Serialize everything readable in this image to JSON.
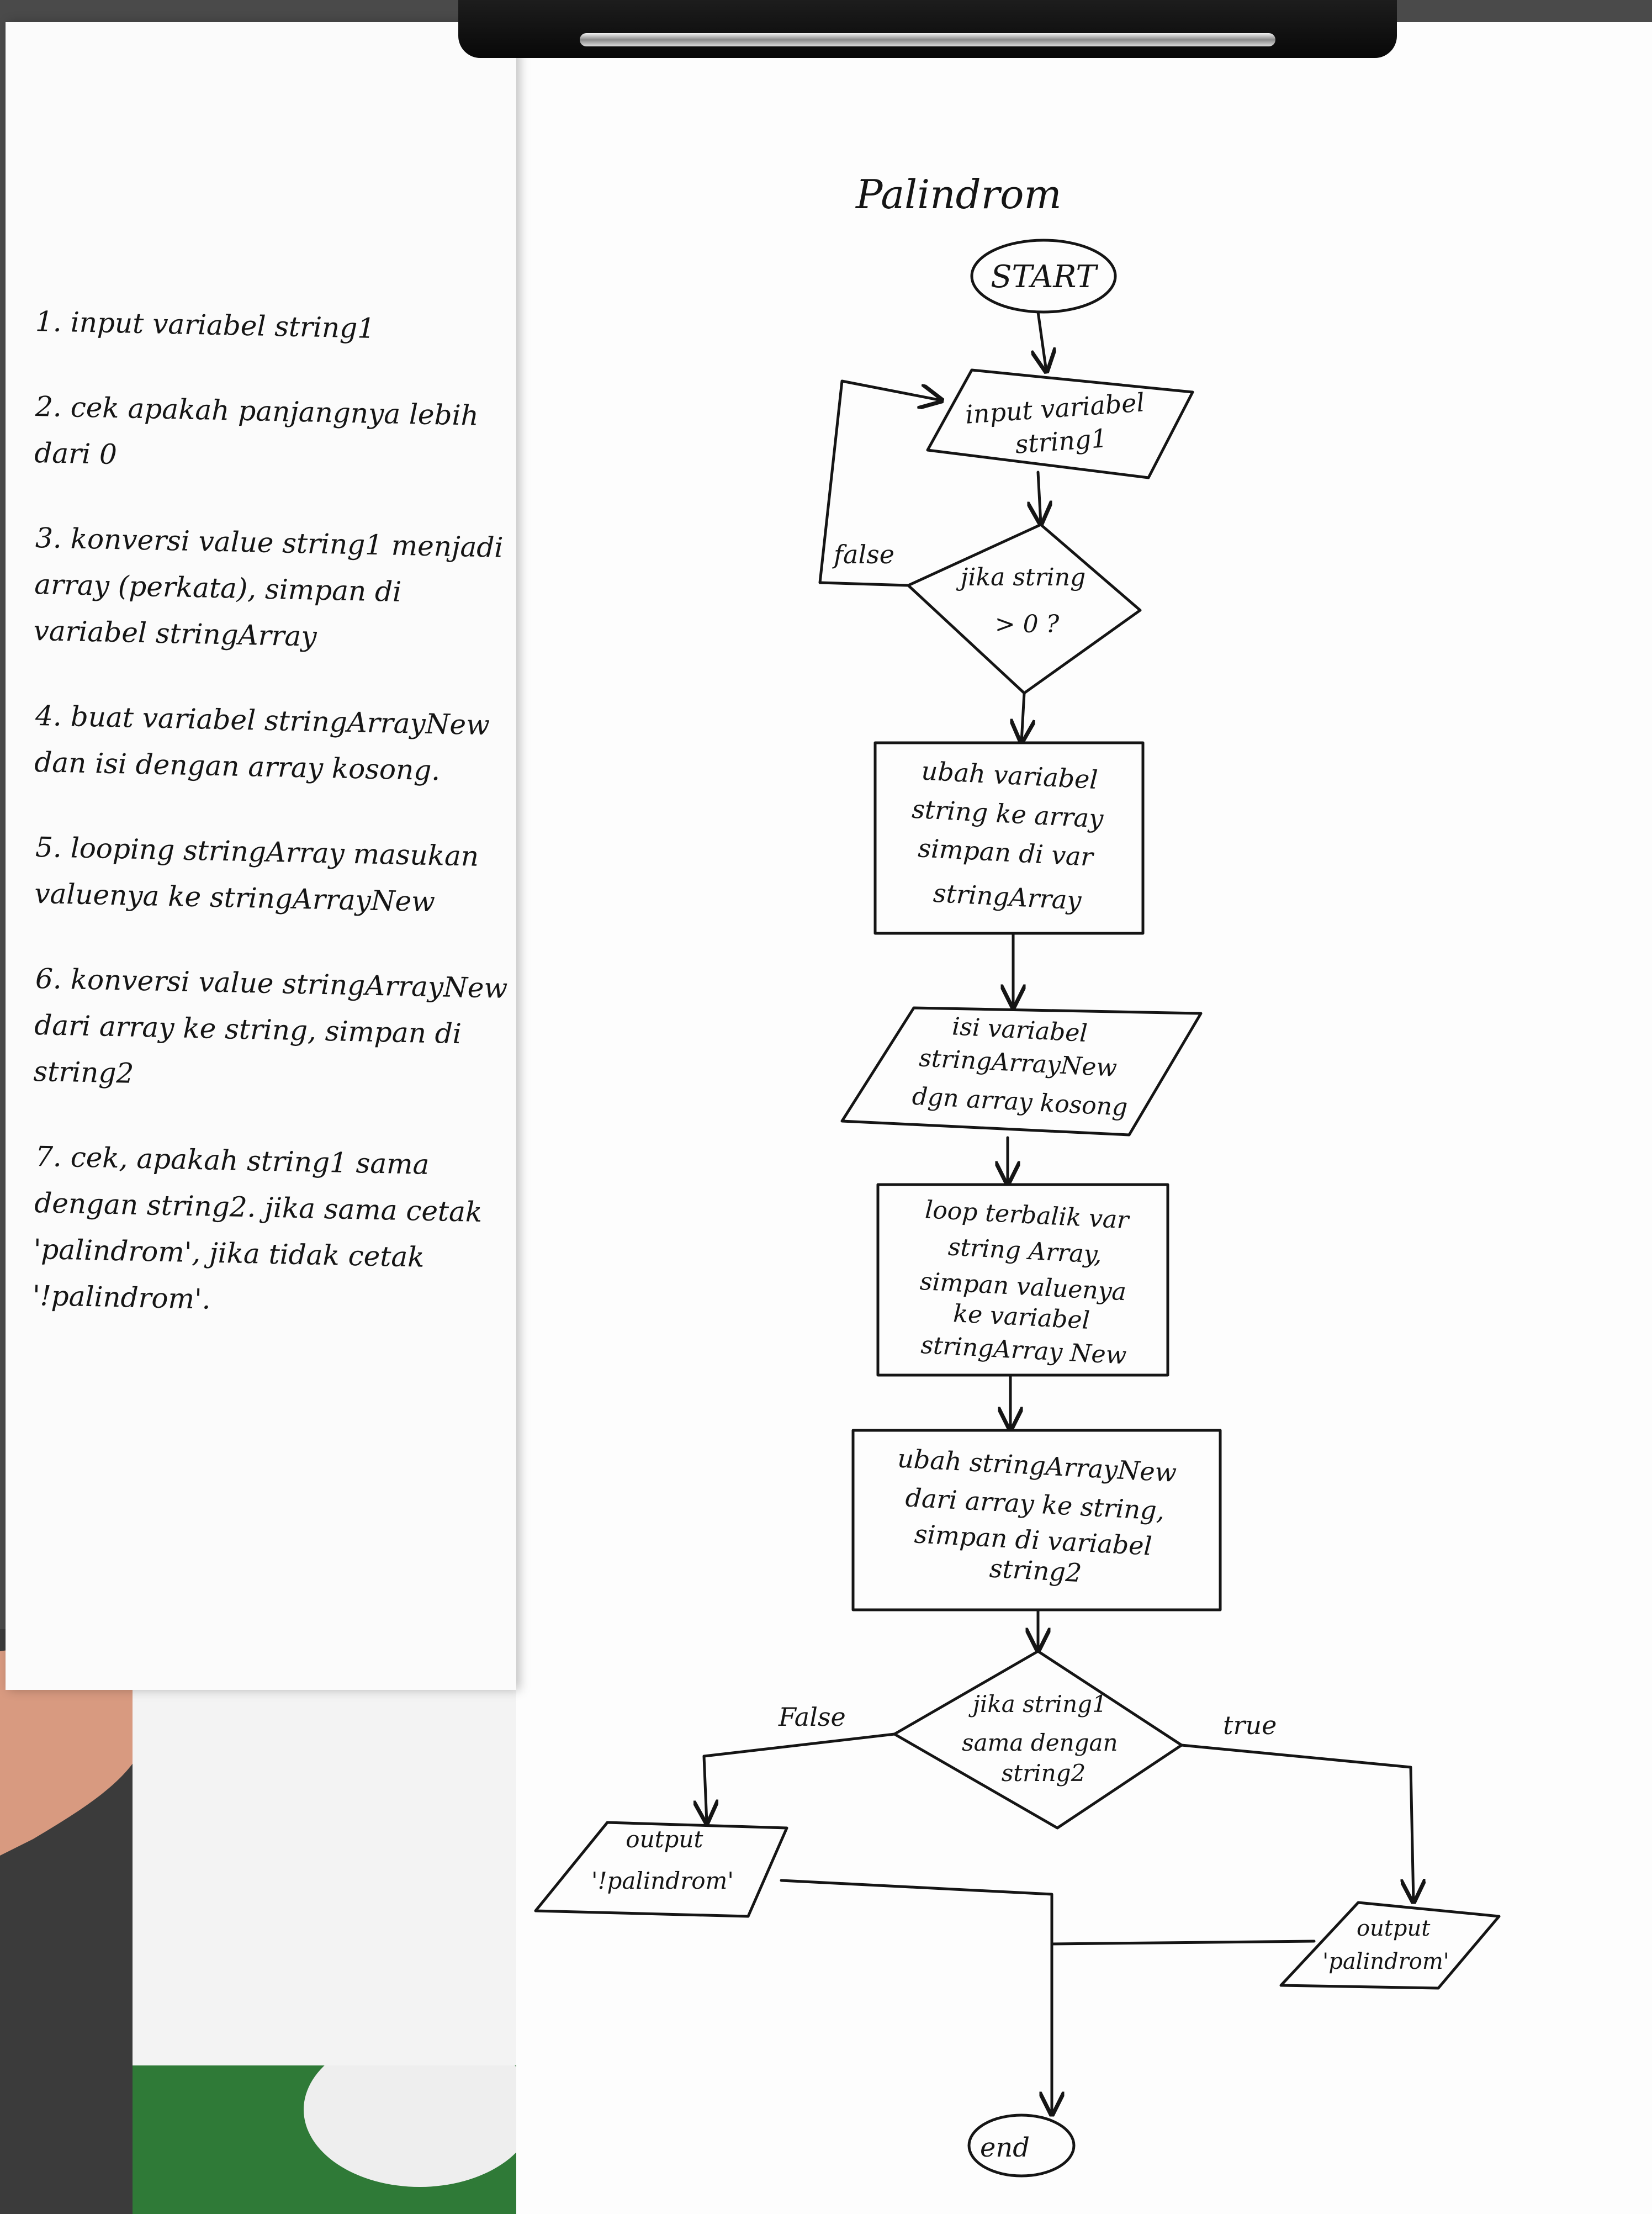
{
  "title": "Palindrom",
  "steps": [
    {
      "num": "1.",
      "text": "input variabel string1"
    },
    {
      "num": "2.",
      "text": "cek apakah panjangnya lebih dari 0"
    },
    {
      "num": "3.",
      "text": "konversi value string1 menjadi array (perkata), simpan di variabel stringArray"
    },
    {
      "num": "4.",
      "text": "buat variabel stringArrayNew dan isi dengan array kosong."
    },
    {
      "num": "5.",
      "text": "looping stringArray masukan valuenya ke stringArrayNew"
    },
    {
      "num": "6.",
      "text": "konversi value stringArrayNew dari array ke string, simpan di string2"
    },
    {
      "num": "7.",
      "text": "cek, apakah string1 sama dengan string2. jika sama cetak 'palindrom', jika tidak cetak '!palindrom'."
    }
  ],
  "flowchart": {
    "start": "START",
    "input": [
      "input variabel",
      "string1"
    ],
    "decision1": [
      "jika string",
      "> 0 ?"
    ],
    "false_label": "false",
    "process1": [
      "ubah variabel",
      "string ke array",
      "simpan di var",
      "stringArray"
    ],
    "io2": [
      "isi variabel",
      "stringArrayNew",
      "dgn array kosong"
    ],
    "process2": [
      "loop terbalik var",
      "string Array,",
      "simpan valuenya",
      "ke variabel",
      "stringArray New"
    ],
    "process3": [
      "ubah stringArrayNew",
      "dari array ke string,",
      "simpan di variabel",
      "string2"
    ],
    "decision2": [
      "jika string1",
      "sama dengan",
      "string2"
    ],
    "false2_label": "False",
    "true_label": "true",
    "out_false": [
      "output",
      "'!palindrom'"
    ],
    "out_true": [
      "output",
      "'palindrom'"
    ],
    "end": "end"
  },
  "colors": {
    "paper": "#fdfdfd",
    "ink": "#151515",
    "backdrop": "#4a4a4a",
    "folder_green": "#2f7a37",
    "hand": "#d89a80"
  }
}
